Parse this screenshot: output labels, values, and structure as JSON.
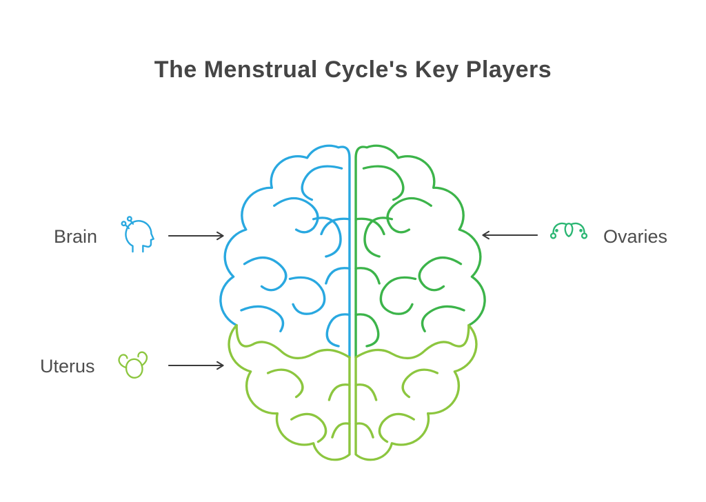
{
  "title": "The Menstrual Cycle's Key Players",
  "callouts": [
    {
      "id": "brain",
      "label": "Brain",
      "icon": "head-profile-icon",
      "arrow": "arrow-right",
      "side": "left"
    },
    {
      "id": "ovaries",
      "label": "Ovaries",
      "icon": "ovaries-icon",
      "arrow": "arrow-left",
      "side": "right"
    },
    {
      "id": "uterus",
      "label": "Uterus",
      "icon": "uterus-icon",
      "arrow": "arrow-right",
      "side": "left"
    }
  ],
  "illustration": {
    "name": "brain-top-view",
    "left_hemisphere_color": "#29a8e0",
    "right_hemisphere_color": "#3cb44a",
    "lower_lobes_color": "#8cc63f"
  },
  "colors": {
    "background": "#ffffff",
    "title_text": "#454545",
    "label_text": "#4d4d4d",
    "arrow": "#3a3a3a",
    "brain_icon": "#29a8e0",
    "uterus_icon": "#8cc63f",
    "ovaries_icon": "#2bb673"
  }
}
